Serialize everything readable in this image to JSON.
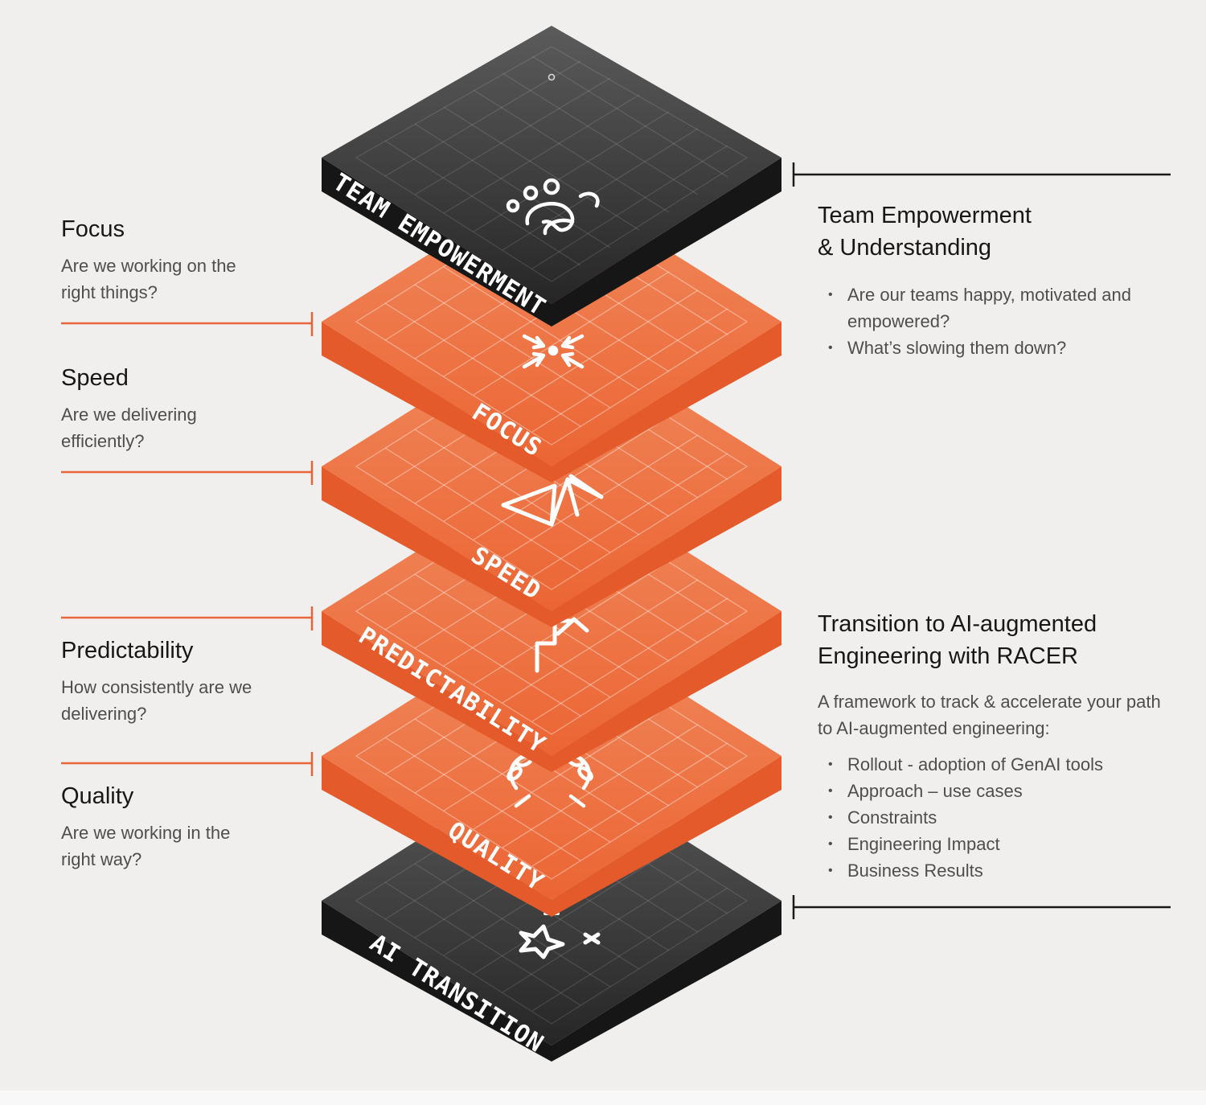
{
  "left_labels": [
    {
      "title": "Focus",
      "desc": "Are we working on the right things?"
    },
    {
      "title": "Speed",
      "desc": "Are we delivering efficiently?"
    },
    {
      "title": "Predictability",
      "desc": "How consistently are we delivering?"
    },
    {
      "title": "Quality",
      "desc": "Are we working in the right way?"
    }
  ],
  "right_top": {
    "title_line1": "Team Empowerment",
    "title_line2": "& Understanding",
    "bullets": [
      "Are our teams happy, motivated and empowered?",
      "What’s slowing them down?"
    ]
  },
  "right_bottom": {
    "title_line1": "Transition to AI-augmented",
    "title_line2": "Engineering with RACER",
    "desc": "A framework to track & accelerate your path to AI-augmented engineering:",
    "bullets": [
      "Rollout -  adoption of GenAI tools",
      "Approach – use cases",
      "Constraints",
      "Engineering Impact",
      "Business Results"
    ]
  },
  "layers": [
    {
      "label": "AI TRANSITION",
      "variant": "dark",
      "icon": "sparkle-icon"
    },
    {
      "label": "QUALITY",
      "variant": "orange",
      "icon": "laurel-wreath-icon"
    },
    {
      "label": "PREDICTABILITY",
      "variant": "orange",
      "icon": "step-arrow-icon"
    },
    {
      "label": "SPEED",
      "variant": "orange",
      "icon": "fast-forward-icon"
    },
    {
      "label": "FOCUS",
      "variant": "orange",
      "icon": "converge-arrows-icon"
    },
    {
      "label": "TEAM EMPOWERMENT",
      "variant": "dark",
      "icon": "team-people-icon"
    }
  ],
  "colors": {
    "accent_orange": "#ef6a39",
    "dark_block": "#2a2a2a",
    "background": "#f1efed",
    "connector_orange": "#e8643a",
    "connector_dark": "#1a1a1a"
  }
}
